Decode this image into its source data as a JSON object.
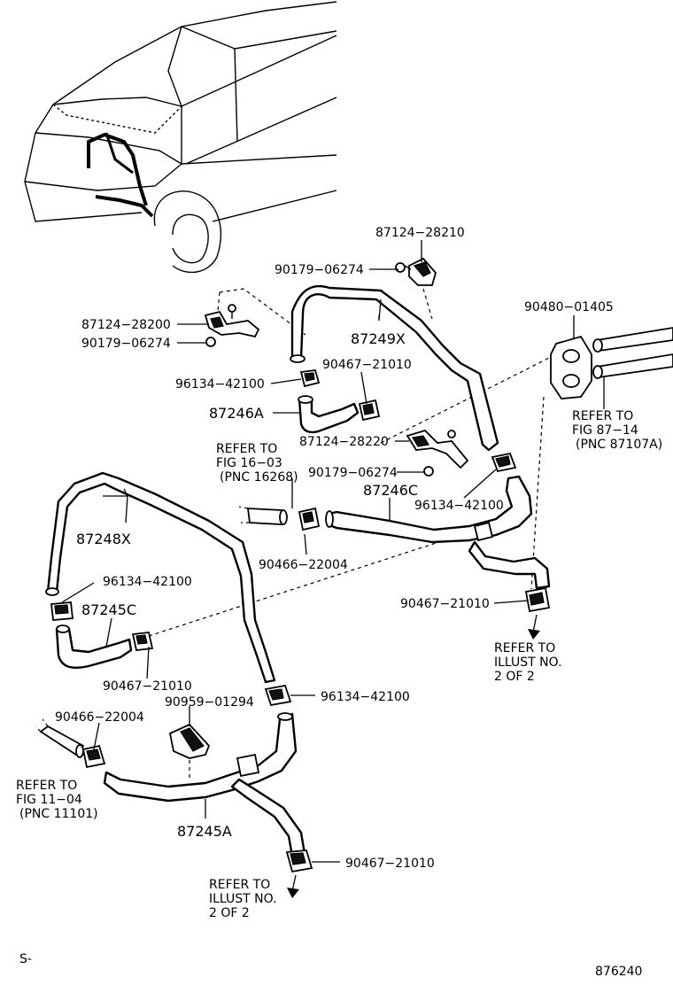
{
  "diagram": {
    "parts": {
      "p_87124_28210": "87124−28210",
      "p_90179_06274_a": "90179−06274",
      "p_87124_28200": "87124−28200",
      "p_90179_06274_b": "90179−06274",
      "p_87249x": "87249X",
      "p_90467_21010_a": "90467−21010",
      "p_96134_42100_a": "96134−42100",
      "p_87246a": "87246A",
      "p_90480_01405": "90480−01405",
      "p_87124_28220": "87124−28220",
      "p_90179_06274_c": "90179−06274",
      "p_87246c": "87246C",
      "p_96134_42100_b": "96134−42100",
      "p_90466_22004_a": "90466−22004",
      "p_87248x": "87248X",
      "p_96134_42100_c": "96134−42100",
      "p_87245c": "87245C",
      "p_90467_21010_b": "90467−21010",
      "p_90467_21010_c": "90467−21010",
      "p_90959_01294": "90959−01294",
      "p_96134_42100_d": "96134−42100",
      "p_90466_22004_b": "90466−22004",
      "p_87245a": "87245A",
      "p_90467_21010_d": "90467−21010"
    },
    "refs": {
      "fig_16_03": [
        "REFER TO",
        "FIG 16−03",
        "(PNC 16268)"
      ],
      "fig_87_14": [
        "REFER TO",
        "FIG 87−14",
        "(PNC 87107A)"
      ],
      "illust_right": [
        "REFER TO",
        "ILLUST NO.",
        "2 OF 2"
      ],
      "fig_11_04": [
        "REFER TO",
        "FIG 11−04",
        "(PNC 11101)"
      ],
      "illust_bottom": [
        "REFER TO",
        "ILLUST NO.",
        "2 OF 2"
      ]
    },
    "footer": {
      "left_code": "S-",
      "right_code": "876240"
    }
  }
}
